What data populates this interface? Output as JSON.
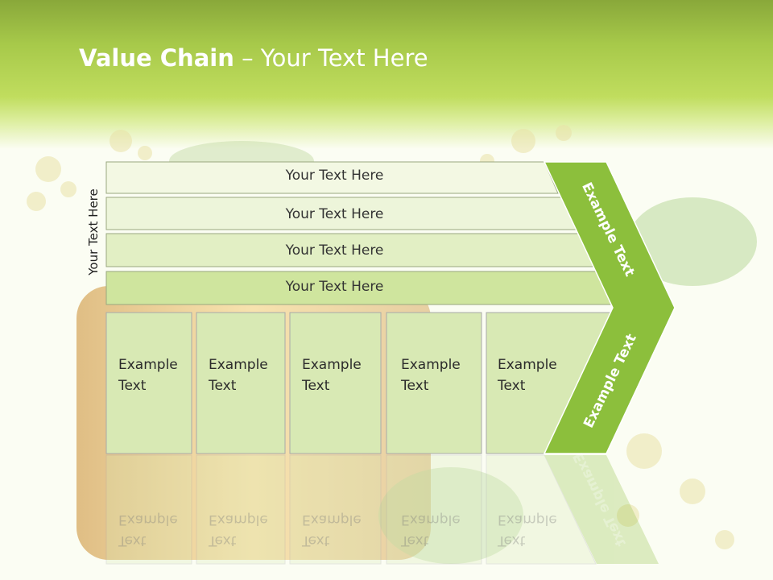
{
  "slide": {
    "title_bold": "Value Chain",
    "title_rest": " – Your Text Here",
    "side_label": "Your Text Here",
    "rows": [
      "Your Text Here",
      "Your Text Here",
      "Your Text Here",
      "Your Text Here"
    ],
    "boxes": [
      {
        "line1": "Example",
        "line2": "Text"
      },
      {
        "line1": "Example",
        "line2": "Text"
      },
      {
        "line1": "Example",
        "line2": "Text"
      },
      {
        "line1": "Example",
        "line2": "Text"
      },
      {
        "line1": "Example",
        "line2": "Text"
      }
    ],
    "arrow_upper_text": "Example Text",
    "arrow_lower_text": "Example Text"
  },
  "colors": {
    "header_green": "#a7c94a",
    "arrow_green": "#8cbf3c",
    "box_fill": "#d8e9b4",
    "box_border": "#a9a9a9"
  }
}
